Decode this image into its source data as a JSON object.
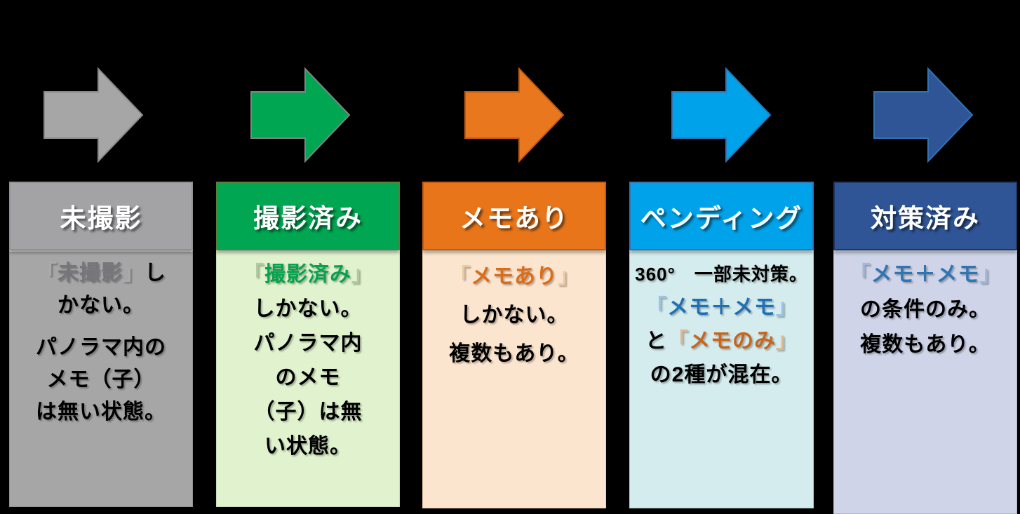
{
  "slide": {
    "background": "#000000",
    "description": "five-step status flow diagram"
  },
  "columns": [
    {
      "id": "not-photographed",
      "arrow": {
        "fill": "#A6A6A6",
        "stroke": "#8A8A8D"
      },
      "header": {
        "label": "未撮影",
        "bg": "#A3A3A6",
        "border": "#909093",
        "text_color": "#FFFFFF"
      },
      "body": {
        "bg": "#A6A6A6",
        "border": "#929295",
        "lines": [
          {
            "segments": [
              {
                "text": "「",
                "color": "#AAAAAD"
              },
              {
                "text": "未撮影",
                "color": "#76767A"
              },
              {
                "text": "」",
                "color": "#AAAAAD"
              },
              {
                "text": "し",
                "color": "#000000"
              }
            ]
          },
          {
            "segments": [
              {
                "text": "かない。",
                "color": "#000000"
              }
            ]
          },
          {
            "para_start": true,
            "segments": [
              {
                "text": "パノラマ内の",
                "color": "#000000"
              }
            ]
          },
          {
            "segments": [
              {
                "text": "メモ（子）",
                "color": "#000000"
              }
            ]
          },
          {
            "segments": [
              {
                "text": "は無い状態。",
                "color": "#000000"
              }
            ]
          }
        ]
      }
    },
    {
      "id": "photographed",
      "arrow": {
        "fill": "#00A651",
        "stroke": "#828282"
      },
      "header": {
        "label": "撮影済み",
        "bg": "#00A651",
        "border": "#55813B",
        "text_color": "#FFFFFF"
      },
      "body": {
        "bg": "#E1F3CE",
        "border": "#C9DDB5",
        "lines": [
          {
            "segments": [
              {
                "text": "「",
                "color": "#AECBA3"
              },
              {
                "text": "撮影済み",
                "color": "#06A34E"
              },
              {
                "text": "」",
                "color": "#AECBA3"
              }
            ]
          },
          {
            "segments": [
              {
                "text": "しかない。",
                "color": "#000000"
              }
            ]
          },
          {
            "segments": [
              {
                "text": "パノラマ内",
                "color": "#000000"
              }
            ]
          },
          {
            "segments": [
              {
                "text": "のメモ",
                "color": "#000000"
              }
            ]
          },
          {
            "segments": [
              {
                "text": "（子）は無",
                "color": "#000000"
              }
            ]
          },
          {
            "segments": [
              {
                "text": "い状態。",
                "color": "#000000"
              }
            ]
          }
        ]
      }
    },
    {
      "id": "memo-exists",
      "arrow": {
        "fill": "#E8771E",
        "stroke": "#C55A11"
      },
      "header": {
        "label": "メモあり",
        "bg": "#E8751A",
        "border": "#C55A11",
        "text_color": "#FFFFFF"
      },
      "body": {
        "bg": "#FCE5CE",
        "border": "#EECFAE",
        "lines": [
          {
            "segments": [
              {
                "text": "「",
                "color": "#EACBA5"
              },
              {
                "text": "メモあり",
                "color": "#DD6C17"
              },
              {
                "text": "」",
                "color": "#EACBA5"
              }
            ]
          },
          {
            "segments": [
              {
                "text": "しかない。",
                "color": "#000000"
              }
            ]
          },
          {
            "segments": [
              {
                "text": "複数もあり。",
                "color": "#000000"
              }
            ]
          }
        ]
      }
    },
    {
      "id": "pending",
      "arrow": {
        "fill": "#00A2E9",
        "stroke": "#2E75B6"
      },
      "header": {
        "label": "ペンディング",
        "bg": "#00A2E9",
        "border": "#2E75B6",
        "text_color": "#FFFFFF"
      },
      "body": {
        "bg": "#D4ECEE",
        "border": "#A8D3D8",
        "lines": [
          {
            "small": true,
            "segments": [
              {
                "text": "360°　一部未対策。",
                "color": "#000000"
              }
            ]
          },
          {
            "segments": [
              {
                "text": "「",
                "color": "#9CC3DF"
              },
              {
                "text": "メモ＋メモ",
                "color": "#1F6FB5"
              },
              {
                "text": "」",
                "color": "#9CC3DF"
              }
            ]
          },
          {
            "segments": [
              {
                "text": "と",
                "color": "#000000"
              },
              {
                "text": "「",
                "color": "#DFB88F"
              },
              {
                "text": "メモのみ",
                "color": "#C96418"
              },
              {
                "text": "」",
                "color": "#DFB88F"
              }
            ]
          },
          {
            "segments": [
              {
                "text": "の2種が混在。",
                "color": "#000000"
              }
            ]
          }
        ]
      }
    },
    {
      "id": "resolved",
      "arrow": {
        "fill": "#2F5597",
        "stroke": "#2E74B5"
      },
      "header": {
        "label": "対策済み",
        "bg": "#2F5597",
        "border": "#1F3864",
        "text_color": "#FFFFFF"
      },
      "body": {
        "bg": "#CFD4E8",
        "border": "#AEB8D6",
        "lines": [
          {
            "segments": [
              {
                "text": "「",
                "color": "#A3B7D9"
              },
              {
                "text": "メモ＋メモ",
                "color": "#2E75B6"
              },
              {
                "text": "」",
                "color": "#A3B7D9"
              }
            ]
          },
          {
            "segments": [
              {
                "text": "の条件のみ。",
                "color": "#000000"
              }
            ]
          },
          {
            "segments": [
              {
                "text": "複数もあり。",
                "color": "#000000"
              }
            ]
          }
        ]
      }
    }
  ]
}
